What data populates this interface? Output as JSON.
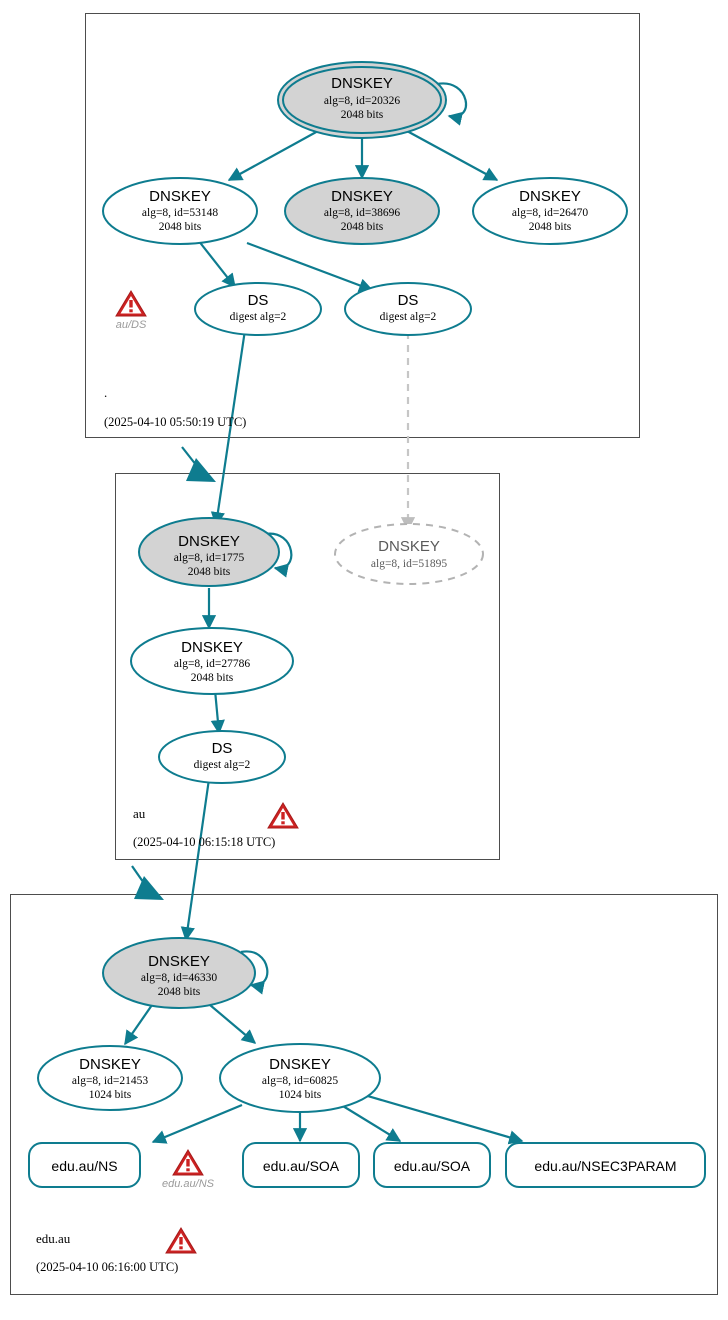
{
  "diagram": {
    "type": "dnssec-authentication-chain",
    "colors": {
      "secure_edge": "#0e7c8f",
      "node_stroke": "#0e7c8f",
      "sep_fill": "#d3d3d3",
      "plain_fill": "#ffffff",
      "nonexistent_stroke": "#b3b3b3",
      "zone_border": "#4d4d4d",
      "warning_red": "#cc2222",
      "warning_label": "#9a9a9a"
    }
  },
  "zones": [
    {
      "id": "root",
      "name": ".",
      "timestamp": "(2025-04-10 05:50:19 UTC)",
      "has_warning": false,
      "nodes": [
        {
          "id": "root-ksk-20326",
          "kind": "DNSKEY",
          "title": "DNSKEY",
          "line2": "alg=8, id=20326",
          "line3": "2048 bits",
          "trust_anchor": true,
          "sep": true,
          "self_signed": true
        },
        {
          "id": "root-zsk-53148",
          "kind": "DNSKEY",
          "title": "DNSKEY",
          "line2": "alg=8, id=53148",
          "line3": "2048 bits",
          "trust_anchor": false,
          "sep": false,
          "self_signed": false
        },
        {
          "id": "root-key-38696",
          "kind": "DNSKEY",
          "title": "DNSKEY",
          "line2": "alg=8, id=38696",
          "line3": "2048 bits",
          "trust_anchor": false,
          "sep": true,
          "self_signed": false
        },
        {
          "id": "root-key-26470",
          "kind": "DNSKEY",
          "title": "DNSKEY",
          "line2": "alg=8, id=26470",
          "line3": "2048 bits",
          "trust_anchor": false,
          "sep": false,
          "self_signed": false
        },
        {
          "id": "root-ds-1",
          "kind": "DS",
          "title": "DS",
          "line2": "digest alg=2",
          "line3": "",
          "trust_anchor": false,
          "sep": false,
          "self_signed": false
        },
        {
          "id": "root-ds-2",
          "kind": "DS",
          "title": "DS",
          "line2": "digest alg=2",
          "line3": "",
          "trust_anchor": false,
          "sep": false,
          "self_signed": false
        }
      ],
      "warnings": [
        {
          "id": "warn-au-ds",
          "label": "au/DS"
        }
      ]
    },
    {
      "id": "au",
      "name": "au",
      "timestamp": "(2025-04-10 06:15:18 UTC)",
      "has_warning": true,
      "nodes": [
        {
          "id": "au-ksk-1775",
          "kind": "DNSKEY",
          "title": "DNSKEY",
          "line2": "alg=8, id=1775",
          "line3": "2048 bits",
          "trust_anchor": false,
          "sep": true,
          "self_signed": true
        },
        {
          "id": "au-zsk-27786",
          "kind": "DNSKEY",
          "title": "DNSKEY",
          "line2": "alg=8, id=27786",
          "line3": "2048 bits",
          "trust_anchor": false,
          "sep": false,
          "self_signed": false
        },
        {
          "id": "au-key-51895",
          "kind": "DNSKEY",
          "title": "DNSKEY",
          "line2": "alg=8, id=51895",
          "line3": "",
          "trust_anchor": false,
          "sep": false,
          "nonexistent": true,
          "self_signed": false
        },
        {
          "id": "au-ds-1",
          "kind": "DS",
          "title": "DS",
          "line2": "digest alg=2",
          "line3": "",
          "trust_anchor": false,
          "sep": false,
          "self_signed": false
        }
      ],
      "warnings": []
    },
    {
      "id": "edu-au",
      "name": "edu.au",
      "timestamp": "(2025-04-10 06:16:00 UTC)",
      "has_warning": true,
      "nodes": [
        {
          "id": "eduau-ksk-46330",
          "kind": "DNSKEY",
          "title": "DNSKEY",
          "line2": "alg=8, id=46330",
          "line3": "2048 bits",
          "trust_anchor": false,
          "sep": true,
          "self_signed": true
        },
        {
          "id": "eduau-key-21453",
          "kind": "DNSKEY",
          "title": "DNSKEY",
          "line2": "alg=8, id=21453",
          "line3": "1024 bits",
          "trust_anchor": false,
          "sep": false,
          "self_signed": false
        },
        {
          "id": "eduau-key-60825",
          "kind": "DNSKEY",
          "title": "DNSKEY",
          "line2": "alg=8, id=60825",
          "line3": "1024 bits",
          "trust_anchor": false,
          "sep": false,
          "self_signed": false
        }
      ],
      "rrsets": [
        {
          "id": "rrset-ns",
          "label": "edu.au/NS"
        },
        {
          "id": "rrset-soa-1",
          "label": "edu.au/SOA"
        },
        {
          "id": "rrset-soa-2",
          "label": "edu.au/SOA"
        },
        {
          "id": "rrset-nsec3param",
          "label": "edu.au/NSEC3PARAM"
        }
      ],
      "warnings": [
        {
          "id": "warn-eduau-ns",
          "label": "edu.au/NS"
        }
      ]
    }
  ]
}
